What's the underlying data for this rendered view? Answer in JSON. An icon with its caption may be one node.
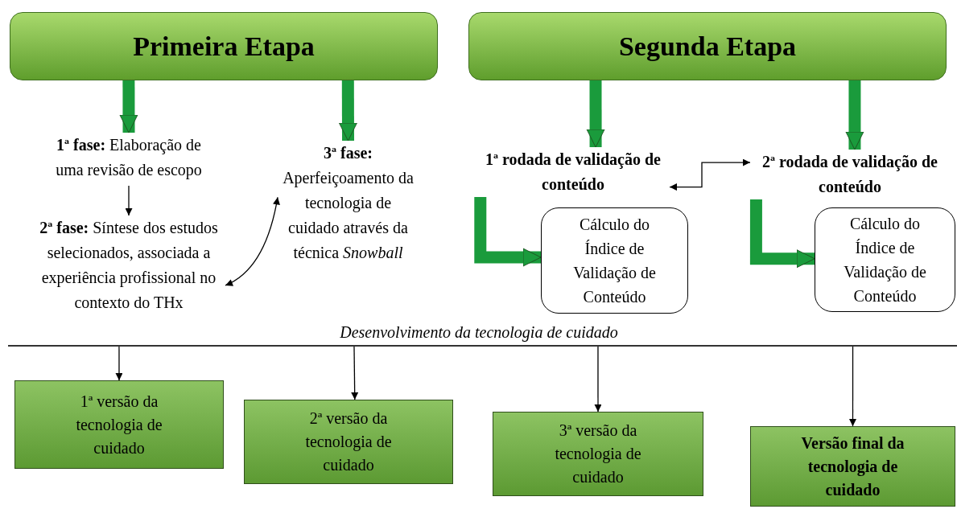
{
  "diagram": {
    "nodes": [
      {
        "text": [
          "Primeira Etapa"
        ]
      },
      {
        "text": [
          "Segunda Etapa"
        ]
      },
      {
        "text": [
          "**1ª fase:** Elaboração de uma revisão de escopo"
        ]
      },
      {
        "text": [
          "**2ª fase:** Síntese dos estudos selecionados, associada a experiência profissional no contexto do THx"
        ]
      },
      {
        "text": [
          "3ª fase:",
          "Aperfeiçoamento da tecnologia de cuidado através da técnica *Snowball*"
        ]
      },
      {
        "text": [
          "1ª rodada de validação de conteúdo"
        ]
      },
      {
        "text": [
          "Cálculo do Índice de Validação de Conteúdo"
        ]
      },
      {
        "text": [
          "2ª rodada de validação de conteúdo"
        ]
      },
      {
        "text": [
          "Cálculo do Índice de Validação de Conteúdo"
        ]
      },
      {
        "text": [
          "1ª versão da tecnologia de cuidado"
        ]
      },
      {
        "text": [
          "2ª versão da tecnologia de cuidado"
        ]
      },
      {
        "text": [
          "3ª versão da tecnologia de cuidado"
        ]
      },
      {
        "text": [
          "Versão final da tecnologia de cuidado"
        ]
      },
      {
        "text": [],
        "shape": "bar"
      }
    ],
    "edges": [
      {
        "from": 0,
        "to": 2,
        "arrow": "to",
        "style": "thick",
        "color": "#1a9b3c"
      },
      {
        "from": 0,
        "to": 4,
        "arrow": "to",
        "style": "thick",
        "color": "#1a9b3c"
      },
      {
        "from": 1,
        "to": 5,
        "arrow": "to",
        "style": "thick",
        "color": "#1a9b3c"
      },
      {
        "from": 1,
        "to": 7,
        "arrow": "to",
        "style": "thick",
        "color": "#1a9b3c"
      },
      {
        "from": 2,
        "to": 3,
        "arrow": "to"
      },
      {
        "from": 3,
        "to": 4,
        "arrow": "both"
      },
      {
        "from": 5,
        "to": 7,
        "arrow": "both"
      },
      {
        "from": 5,
        "to": 6,
        "arrow": "to",
        "style": "thick",
        "color": "#1a9b3c"
      },
      {
        "from": 7,
        "to": 8,
        "arrow": "to",
        "style": "thick",
        "color": "#1a9b3c"
      },
      {
        "from": 13,
        "to": 9,
        "arrow": "to"
      },
      {
        "from": 13,
        "to": 10,
        "arrow": "to"
      },
      {
        "from": 13,
        "to": 11,
        "arrow": "to"
      },
      {
        "from": 13,
        "to": 12,
        "arrow": "to"
      }
    ],
    "labels": [
      "Desenvolvimento da tecnologia de cuidado"
    ]
  }
}
